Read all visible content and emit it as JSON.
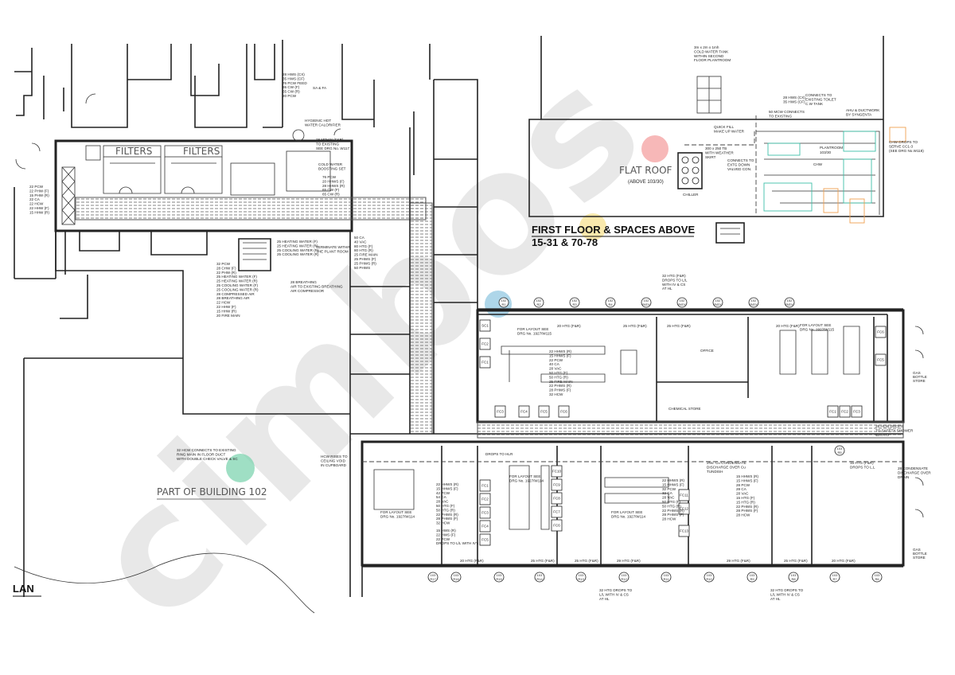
{
  "title_block": {
    "line1_a": "FIRST ",
    "line1_b": "FLOOR",
    "line1_c": " & SPACES ABOVE",
    "line2_a": "15-31 & ",
    "line2_b": "70-78",
    "plan_label": "LAN"
  },
  "areas": {
    "flat_roof": "FLAT ROOF",
    "flat_roof_sub": "(ABOVE 103/30)",
    "building_102": "PART OF BUILDING 102",
    "filters_1": "FILTERS",
    "filters_2": "FILTERS",
    "chiller": "CHILLER",
    "plantroom": "PLANTROOM",
    "plantroom_no": "103/30",
    "chw": "CHW",
    "office": "OFFICE",
    "chemical_store": "CHEMICAL STORE",
    "gas_store_1": [
      "GAS",
      "BOTTLE",
      "STORE"
    ],
    "gas_store_2": [
      "GAS",
      "BOTTLE",
      "STORE"
    ]
  },
  "grid_top": [
    {
      "a": "102",
      "b": "R1"
    },
    {
      "a": "102",
      "b": "R2"
    },
    {
      "a": "102",
      "b": "R3"
    },
    {
      "a": "102",
      "b": "R4"
    },
    {
      "a": "102",
      "b": "R/EX"
    },
    {
      "a": "102",
      "b": "R/EX"
    },
    {
      "a": "102",
      "b": "R/EX"
    },
    {
      "a": "102",
      "b": "R/EX"
    },
    {
      "a": "102",
      "b": "R/EX"
    }
  ],
  "grid_bottom": [
    {
      "a": "103",
      "b": "R17"
    },
    {
      "a": "103",
      "b": "R16"
    },
    {
      "a": "103",
      "b": "R15"
    },
    {
      "a": "103",
      "b": "R14"
    },
    {
      "a": "103",
      "b": "R13"
    },
    {
      "a": "103",
      "b": "R12"
    },
    {
      "a": "103",
      "b": "R11"
    },
    {
      "a": "103",
      "b": "R10"
    },
    {
      "a": "103",
      "b": "R9"
    },
    {
      "a": "103",
      "b": "R8"
    },
    {
      "a": "103",
      "b": "R7"
    },
    {
      "a": "103",
      "b": "R6"
    }
  ],
  "grid_mid": {
    "a": "103",
    "b": "R5"
  },
  "fan_coils": {
    "upper_left": [
      "SC1",
      "FC2",
      "FC1"
    ],
    "upper_bottom": [
      "FC3",
      "FC4",
      "FC5",
      "FC6"
    ],
    "upper_right_bottom": [
      "FC1",
      "FC2",
      "FC3"
    ],
    "upper_right_col": [
      "FC6",
      "FC5"
    ],
    "lower_left": [
      "FC1",
      "FC2",
      "FC3",
      "FC4",
      "FC5"
    ],
    "lower_mid": [
      "FC10",
      "FC9",
      "FC8",
      "FC7",
      "FC6"
    ],
    "lower_right": [
      "FC11",
      "FC12",
      "FC13"
    ]
  },
  "annotations": {
    "services_top": [
      "28 HWS (CX)",
      "35 HWS (CF)",
      "76 PCW FEED",
      "65 CW (F)",
      "65 CW (R)",
      "20 PCW"
    ],
    "sa_fa": "SA & FA",
    "calorifier": [
      "HYGIENIC HOT",
      "WATER CALORIFIER"
    ],
    "mphw": [
      "28 MPHW (F&R)",
      "TO EXISTING",
      "SEE DRG No. W117"
    ],
    "boosting": [
      "COLD WATER",
      "BOOSTING SET"
    ],
    "boost_services": [
      "76 PCW",
      "20 HHWS (F)",
      "28 HHWS (R)",
      "65 CW (F)",
      "65 CW (R)"
    ],
    "left_services": [
      "22 PCW",
      "22 PHW (F)",
      "15 PHW (R)",
      "22 CA",
      "22 HCW",
      "22 HHW (F)",
      "15 HHW (R)"
    ],
    "heating_cooling": [
      "25 HEATING WATER (F)",
      "25 HEATING WATER (R)",
      "25 COOLING WATER (F)",
      "25 COOLING WATER (R)"
    ],
    "terminate": [
      "TERMINATE WITHIN",
      "THE PLANT ROOM"
    ],
    "riser_services": [
      "32 PCW",
      "28 CHW (F)",
      "22 PHW (R)",
      "25 HEATING WATER (F)",
      "25 HEATING WATER (R)",
      "25 COOLING WATER (F)",
      "25 COOLING WATER (R)",
      "28 COMPRESSED AIR",
      "28 BREATHING AIR",
      "22 HCW",
      "22 HHW (F)",
      "15 HHW (R)",
      "20 FIRE MAIN"
    ],
    "breathing": [
      "28 BREATHING",
      "AIR TO EXISTING BREATHING",
      "AIR COMPRESSOR"
    ],
    "corridor_services": [
      "50 CA",
      "40 VAC",
      "80 HTG (F)",
      "80 HTG (R)",
      "25 FIRE MAIN",
      "25 PHWS (F)",
      "25 PHWS (R)",
      "50 PHWS"
    ],
    "hcw_ring": [
      "32 HCW CONNECTS TO EXISTING",
      "RING MAIN IN FLOOR DUCT",
      "WITH DOUBLE CHECK VALVE & SC"
    ],
    "hcw_rises": [
      "HCW RISES TO",
      "CEILING VOID",
      "IN CUPBOARD"
    ],
    "cw_tank": [
      "3m x 2m x 1mh",
      "COLD WATER TANK",
      "WITHIN SECOND",
      "FLOOR PLANTROOM"
    ],
    "toilet_hws": [
      "28 HWS (CX)",
      "35 HWS (CF)"
    ],
    "toilet_connect": [
      "CONNECTS TO",
      "EXISTING TOILET",
      "C.W TANK"
    ],
    "mcw": [
      "50 MCW CONNECTS",
      "TO EXISTING"
    ],
    "ahu": [
      "AHU & DUCTWORK",
      "BY SYNGENTA"
    ],
    "quick_fill": [
      "QUICK FILL",
      "MAKE UP WATER"
    ],
    "tb": [
      "300 x 250 TB",
      "WITH WEATHER",
      "SKIRT"
    ],
    "extg_down": [
      "CONNECTS TO",
      "EXTG DOWN",
      "VALVED CON."
    ],
    "chw_drops": [
      "CHW DROPS TO",
      "SERVE CC1-3",
      "(SEE DRG No.W118)"
    ],
    "htg_drops_top": [
      "32 HTG (F&R)",
      "DROPS TO L/L",
      "WITH IV & CS",
      "AT HL"
    ],
    "layout_1": [
      "FOR LAYOUT SEE",
      "DRG No. 1927/W115"
    ],
    "layout_2": [
      "FOR LAYOUT SEE",
      "DRG No. 1927/W115"
    ],
    "layout_3": [
      "FOR LAYOUT SEE",
      "DRG No. 1927/W114"
    ],
    "layout_4": [
      "FOR LAYOUT SEE",
      "DRG No. 1927/W114"
    ],
    "layout_5": [
      "FOR LAYOUT SEE",
      "DRG No. 1927/W114"
    ],
    "lab_services_top": [
      "22 HHWS (R)",
      "15 HHWS (F)",
      "22 PCW",
      "40 CA",
      "28 VAC",
      "50 HTG (F)",
      "50 HTG (R)",
      "25 FIRE MAIN",
      "22 PHWS (R)",
      "28 PHWS (F)",
      "32 HCW"
    ],
    "htg_top": [
      "20 HTG (F&R)",
      "25 HTG (F&R)",
      "25 HTG (F&R)",
      "20 HTG (F&R)"
    ],
    "safety_shower": [
      "28 HCW DROPS",
      "TO SAFETY SHOWER",
      "WITH IV"
    ],
    "condensate": [
      "2No. Cu CONDENSATE",
      "DISCHARGE OVER Cu",
      "TUNDISH"
    ],
    "lab_services_r": [
      "15 HHWS (R)",
      "15 HHWS (F)",
      "28 PCW",
      "28 CA",
      "28 VAC",
      "15 HTG (F)",
      "15 HTG (R)",
      "22 PHWS (R)",
      "28 PHWS (F)",
      "28 HCW"
    ],
    "lab_services_m": [
      "22 HHWS (R)",
      "15 HHWS (F)",
      "32 PCW",
      "32 CA",
      "28 VAC",
      "50 HTG (F)",
      "50 HTG (R)",
      "22 PHWS (R)",
      "28 PHWS (F)",
      "28 HCW"
    ],
    "lab_services_l": [
      "22 HHWS (R)",
      "15 HHWS (F)",
      "42 PCW",
      "54 CA",
      "28 VAC",
      "50 HTG (F)",
      "50 HTG (R)",
      "22 PHWS (R)",
      "28 PHWS (F)",
      "32 HCW"
    ],
    "drops_ll": [
      "15 HTG (F&R)",
      "DROPS TO L.L"
    ],
    "drops_hlr": "DROPS TO HLR",
    "htg_bottom": [
      "20 HTG (F&R)",
      "25 HTG (F&R)",
      "25 HTG (F&R)",
      "29 HTG (F&R)",
      "29 HTG (F&R)",
      "25 HTG (F&R)",
      "20 HTG (F&R)"
    ],
    "htg_drops_b1": [
      "32 HTG DROPS TO",
      "L/L WITH IV & CS",
      "AT HL"
    ],
    "htg_drops_b2": [
      "32 HTG DROPS TO",
      "L/L WITH IV & CS",
      "AT HL"
    ],
    "cond_drain": [
      "28 CONDENSATE",
      "DISCHARGE OVER",
      "DRAIN"
    ],
    "small_left": [
      "15 HWS (R)",
      "22 HWS (F)",
      "22 PCW",
      "DROPS TO L/L WITH IV's"
    ]
  },
  "watermark": {
    "text": "cimbos",
    "dot_colors": [
      "#f4a0a0",
      "#f7e08a",
      "#8cc4e0",
      "#7fd4b0"
    ]
  }
}
